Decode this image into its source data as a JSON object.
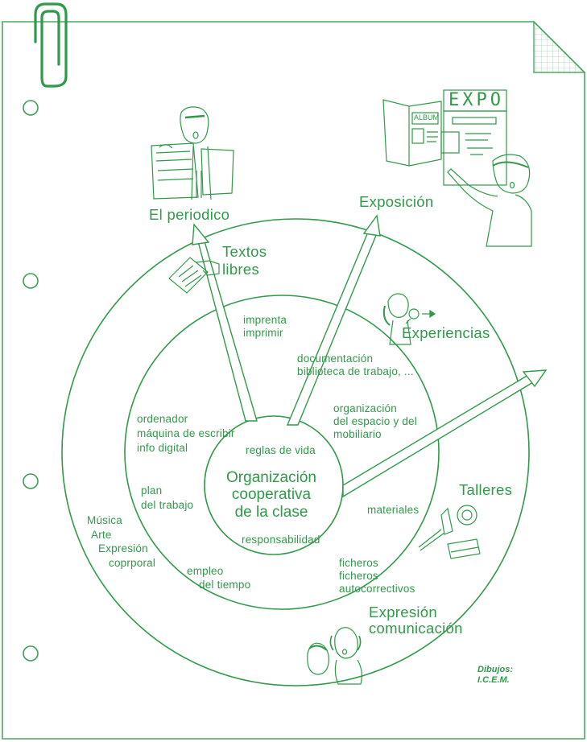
{
  "colors": {
    "accent": "#2f9a48",
    "paper_line": "#4aa860",
    "grid": "#9fd3ab"
  },
  "center": {
    "line1": "Organización",
    "line2": "cooperativa",
    "line3": "de la clase"
  },
  "inner_ring": {
    "top": "reglas de vida",
    "bottom": "responsabilidad"
  },
  "middle_ring": {
    "imprenta": [
      "imprenta",
      "imprimir"
    ],
    "documentacion": [
      "documentación",
      "biblioteca de trabajo, ..."
    ],
    "organizacion": [
      "organización",
      "del espacio y del",
      "mobiliario"
    ],
    "ordenador": [
      "ordenador",
      "máquina de escribir",
      "info digital"
    ],
    "plan": [
      "plan",
      "del trabajo"
    ],
    "materiales": "materiales",
    "empleo": [
      "empleo",
      "del tiempo"
    ],
    "ficheros": [
      "ficheros",
      "ficheros",
      "autocorrectivos"
    ]
  },
  "outer_ring": {
    "textos": [
      "Textos",
      "libres"
    ],
    "experiencias": "Experiencias",
    "talleres": "Talleres",
    "musica": [
      "Música",
      "Arte",
      "Expresión",
      "coprporal"
    ]
  },
  "outside": {
    "periodico": "El periodico",
    "exposicion": "Exposición",
    "expresion": [
      "Expresión",
      "comunicación"
    ],
    "expo_sign": "EXPO",
    "album_label": "ALBUM"
  },
  "credit": [
    "Dibujos:",
    "I.C.E.M."
  ]
}
